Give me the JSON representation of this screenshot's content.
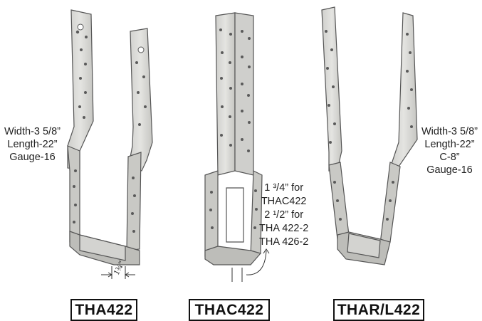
{
  "products": [
    {
      "id": "tha422",
      "label": "THA422",
      "specs": [
        "Width-3 5/8”",
        "Length-22”",
        "Gauge-16"
      ],
      "dimension_note": "1¾”"
    },
    {
      "id": "thac422",
      "label": "THAC422",
      "specs": [
        "1 ³/4” for",
        "THAC422",
        "2 ¹/2” for",
        "THA 422-2",
        "THA 426-2"
      ]
    },
    {
      "id": "thar422",
      "label": "THAR/L422",
      "specs": [
        "Width-3 5/8”",
        "Length-22”",
        "C-8”",
        "Gauge-16"
      ]
    }
  ],
  "colors": {
    "metal": "#d9d9d6",
    "metal_shade": "#bdbdb9",
    "outline": "#555555",
    "hole": "#5a5a5a"
  }
}
